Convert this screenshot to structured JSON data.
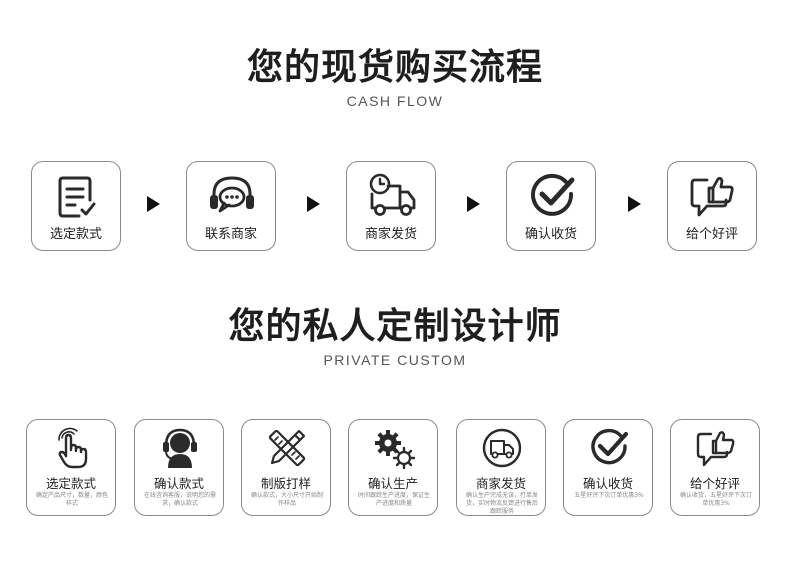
{
  "section1": {
    "title": "您的现货购买流程",
    "subtitle": "CASH FLOW",
    "steps": [
      {
        "label": "选定款式",
        "icon": "list-check-icon"
      },
      {
        "label": "联系商家",
        "icon": "headset-chat-icon"
      },
      {
        "label": "商家发货",
        "icon": "delivery-truck-icon"
      },
      {
        "label": "确认收货",
        "icon": "check-circle-icon"
      },
      {
        "label": "给个好评",
        "icon": "thumbs-up-bubble-icon"
      }
    ]
  },
  "section2": {
    "title": "您的私人定制设计师",
    "subtitle": "PRIVATE CUSTOM",
    "steps": [
      {
        "label": "选定款式",
        "desc": "确定产品尺寸，数量，颜色样式",
        "icon": "hand-tap-icon"
      },
      {
        "label": "确认款式",
        "desc": "在线咨询客服，说明您的需求，确认款式",
        "icon": "customer-service-icon"
      },
      {
        "label": "制版打样",
        "desc": "确认款式，大小尺寸开始制作样品",
        "icon": "pencil-ruler-icon"
      },
      {
        "label": "确认生产",
        "desc": "时间跟踪生产进度，保证生产进度和质量",
        "icon": "gears-icon"
      },
      {
        "label": "商家发货",
        "desc": "确认生产完成无误，打单发货，实时物流反馈进行售后跟踪服务",
        "icon": "truck-circle-icon"
      },
      {
        "label": "确认收货",
        "desc": "五星好评下次订单优惠3%",
        "icon": "check-circle-icon"
      },
      {
        "label": "给个好评",
        "desc": "确认收货，五星好评下次订单优惠3%",
        "icon": "thumbs-up-bubble-icon"
      }
    ]
  }
}
